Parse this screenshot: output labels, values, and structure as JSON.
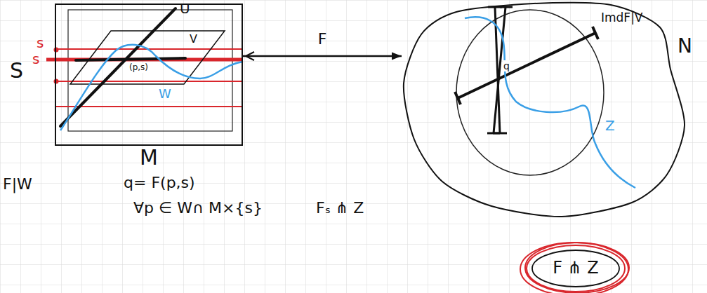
{
  "diagram": {
    "nodes": [
      {
        "text": [
          "M"
        ]
      },
      {
        "text": [
          "N"
        ]
      },
      {
        "text": [
          "F ⋔ Z"
        ]
      }
    ],
    "edges": [
      {
        "from": 0,
        "to": 1,
        "arrow": "to",
        "label": "F"
      }
    ],
    "labels": [
      "S",
      "s",
      "s",
      "U",
      "(p,s)",
      "V",
      "W",
      "q= F(p,s)",
      "∀p ∈ W∩ M×{s}",
      "Fₛ ⋔ Z",
      "F|W",
      "ImdF|V",
      "q",
      "Z"
    ]
  }
}
